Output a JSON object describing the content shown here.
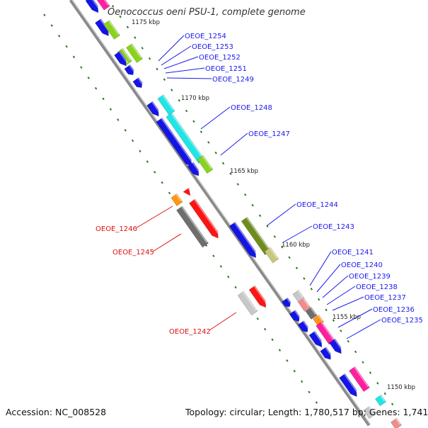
{
  "title": "Oenococcus oeni PSU-1, complete genome",
  "footer": {
    "accession": "Accession: NC_008528",
    "topology": "Topology: circular; Length: 1,780,517 bp; Genes: 1,741"
  },
  "colors": {
    "backbone": "#8a8a8a",
    "tick": "#2a7a1a",
    "label_forward": "#1a1aee",
    "label_reverse": "#dd1111",
    "gene_blue": "#1414e6",
    "gene_cyan": "#1ee6e6",
    "gene_green": "#8ad21e",
    "gene_olive": "#6e8c1e",
    "gene_khaki": "#c8c878",
    "gene_pink": "#ff1e9e",
    "gene_red": "#ff1414",
    "gene_gray": "#6e6e6e",
    "gene_lightgray": "#c8c8c8",
    "gene_orange": "#ff9614",
    "gene_salmon": "#f08c8c"
  },
  "scale_labels": [
    "1175 kbp",
    "1170 kbp",
    "1165 kbp",
    "1160 kbp",
    "1155 kbp",
    "1150 kbp"
  ],
  "gene_labels": [
    {
      "text": "OEOE_1254",
      "strand": "forward"
    },
    {
      "text": "OEOE_1253",
      "strand": "forward"
    },
    {
      "text": "OEOE_1252",
      "strand": "forward"
    },
    {
      "text": "OEOE_1251",
      "strand": "forward"
    },
    {
      "text": "OEOE_1249",
      "strand": "forward"
    },
    {
      "text": "OEOE_1248",
      "strand": "forward"
    },
    {
      "text": "OEOE_1247",
      "strand": "forward"
    },
    {
      "text": "OEOE_1244",
      "strand": "forward"
    },
    {
      "text": "OEOE_1243",
      "strand": "forward"
    },
    {
      "text": "OEOE_1241",
      "strand": "forward"
    },
    {
      "text": "OEOE_1240",
      "strand": "forward"
    },
    {
      "text": "OEOE_1239",
      "strand": "forward"
    },
    {
      "text": "OEOE_1238",
      "strand": "forward"
    },
    {
      "text": "OEOE_1237",
      "strand": "forward"
    },
    {
      "text": "OEOE_1236",
      "strand": "forward"
    },
    {
      "text": "OEOE_1235",
      "strand": "forward"
    },
    {
      "text": "OEOE_1246",
      "strand": "reverse"
    },
    {
      "text": "OEOE_1245",
      "strand": "reverse"
    },
    {
      "text": "OEOE_1242",
      "strand": "reverse"
    }
  ]
}
